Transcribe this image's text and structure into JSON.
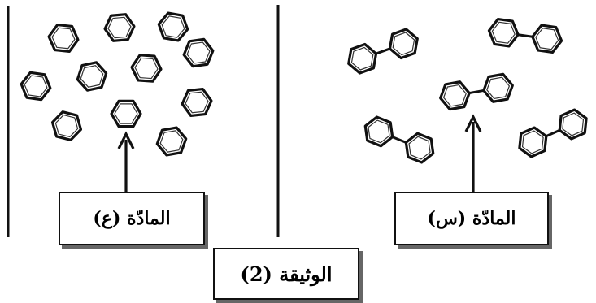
{
  "labels": {
    "substance_a": "المادّة (ع)",
    "substance_b": "المادّة (س)",
    "document": "الوثيقة (2)"
  },
  "icons": {
    "left_panel_molecule": "benzene-hexagon-icon",
    "right_panel_molecule": "biphenyl-molecule-icon",
    "pointer": "up-arrow-icon"
  },
  "colors": {
    "line": "#111111",
    "shadow": "#666666",
    "background": "#ffffff"
  }
}
